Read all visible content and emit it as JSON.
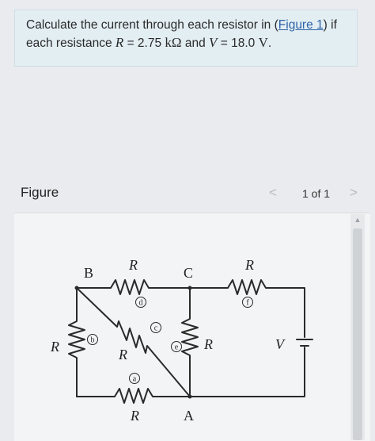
{
  "problem": {
    "text_before": "Calculate the current through each resistor in (",
    "link": "Figure 1",
    "text_after": ") if each resistance ",
    "r_symbol": "R",
    "equals_r": " = 2.75 ",
    "r_unit": "kΩ",
    "and_text": " and ",
    "v_symbol": "V",
    "equals_v": " = 18.0 ",
    "v_unit": "V",
    "period": "."
  },
  "figure": {
    "title": "Figure",
    "pager": {
      "prev": "<",
      "count": "1 of 1",
      "next": ">"
    }
  },
  "circuit": {
    "nodes": {
      "A": "A",
      "B": "B",
      "C": "C"
    },
    "resistor_label": "R",
    "battery_label": "V",
    "resistor_ids": {
      "a": "a",
      "b": "b",
      "c": "c",
      "d": "d",
      "e": "e",
      "f": "f"
    }
  },
  "colors": {
    "link": "#2f63a8",
    "box_bg": "#e3eef3",
    "page_bg": "#e9ebee"
  }
}
